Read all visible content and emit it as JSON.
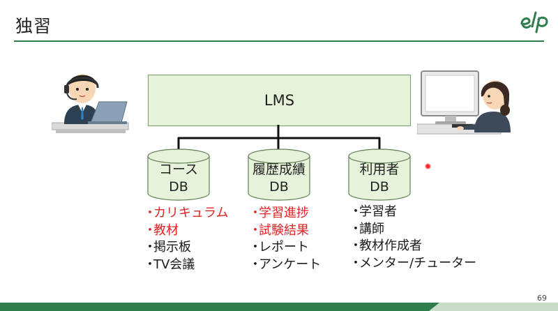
{
  "slide": {
    "title": "独習",
    "page_number": "69",
    "logo_text": "elp"
  },
  "diagram": {
    "top_node": "LMS",
    "databases": [
      {
        "line1": "コース",
        "line2": "DB",
        "items": [
          {
            "text": "カリキュラム",
            "highlight": true
          },
          {
            "text": "教材",
            "highlight": true
          },
          {
            "text": "掲示板",
            "highlight": false
          },
          {
            "text": "TV会議",
            "highlight": false
          }
        ]
      },
      {
        "line1": "履歴成績",
        "line2": "DB",
        "items": [
          {
            "text": "学習進捗",
            "highlight": true
          },
          {
            "text": "試験結果",
            "highlight": true
          },
          {
            "text": "レポート",
            "highlight": false
          },
          {
            "text": "アンケート",
            "highlight": false
          }
        ]
      },
      {
        "line1": "利用者",
        "line2": "DB",
        "items": [
          {
            "text": "学習者",
            "highlight": false
          },
          {
            "text": "講師",
            "highlight": false
          },
          {
            "text": "教材作成者",
            "highlight": false
          },
          {
            "text": "メンター/チューター",
            "highlight": false
          }
        ]
      }
    ],
    "bullet_char": "・",
    "highlight_color": "#e02424",
    "db_fill": "#e6f2d9",
    "brand_green": "#2e7d4a"
  }
}
